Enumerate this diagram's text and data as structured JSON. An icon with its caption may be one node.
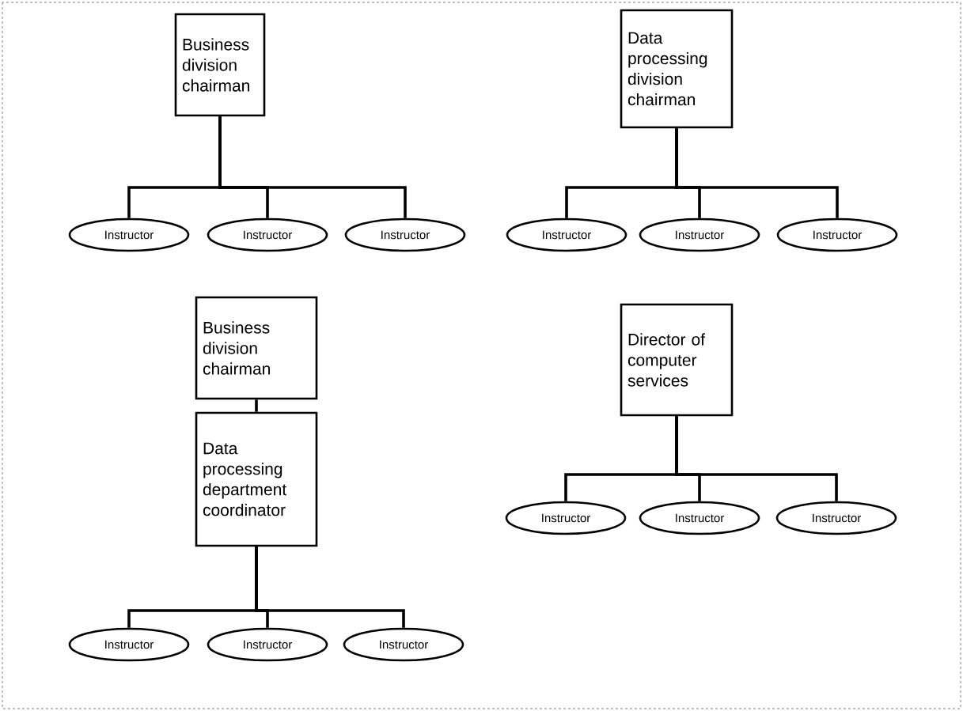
{
  "diagram": {
    "nodes": [
      {
        "text": [
          "Business division chairman"
        ]
      },
      {
        "text": [
          "Instructor"
        ]
      },
      {
        "text": [
          "Instructor"
        ]
      },
      {
        "text": [
          "Instructor"
        ]
      },
      {
        "text": [
          "Data processing division chairman"
        ]
      },
      {
        "text": [
          "Instructor"
        ]
      },
      {
        "text": [
          "Instructor"
        ]
      },
      {
        "text": [
          "Instructor"
        ]
      },
      {
        "text": [
          "Business division chairman"
        ]
      },
      {
        "text": [
          "Data processing department coordinator"
        ]
      },
      {
        "text": [
          "Instructor"
        ]
      },
      {
        "text": [
          "Instructor"
        ]
      },
      {
        "text": [
          "Instructor"
        ]
      },
      {
        "text": [
          "Director of computer services"
        ]
      },
      {
        "text": [
          "Instructor"
        ]
      },
      {
        "text": [
          "Instructor"
        ]
      },
      {
        "text": [
          "Instructor"
        ]
      }
    ],
    "edges": [
      {
        "from": 0,
        "to": 1,
        "arrow": "none"
      },
      {
        "from": 0,
        "to": 2,
        "arrow": "none"
      },
      {
        "from": 0,
        "to": 3,
        "arrow": "none"
      },
      {
        "from": 4,
        "to": 5,
        "arrow": "none"
      },
      {
        "from": 4,
        "to": 6,
        "arrow": "none"
      },
      {
        "from": 4,
        "to": 7,
        "arrow": "none"
      },
      {
        "from": 8,
        "to": 9,
        "arrow": "none"
      },
      {
        "from": 9,
        "to": 10,
        "arrow": "none"
      },
      {
        "from": 9,
        "to": 11,
        "arrow": "none"
      },
      {
        "from": 9,
        "to": 12,
        "arrow": "none"
      },
      {
        "from": 13,
        "to": 14,
        "arrow": "none"
      },
      {
        "from": 13,
        "to": 15,
        "arrow": "none"
      },
      {
        "from": 13,
        "to": 16,
        "arrow": "none"
      }
    ]
  }
}
